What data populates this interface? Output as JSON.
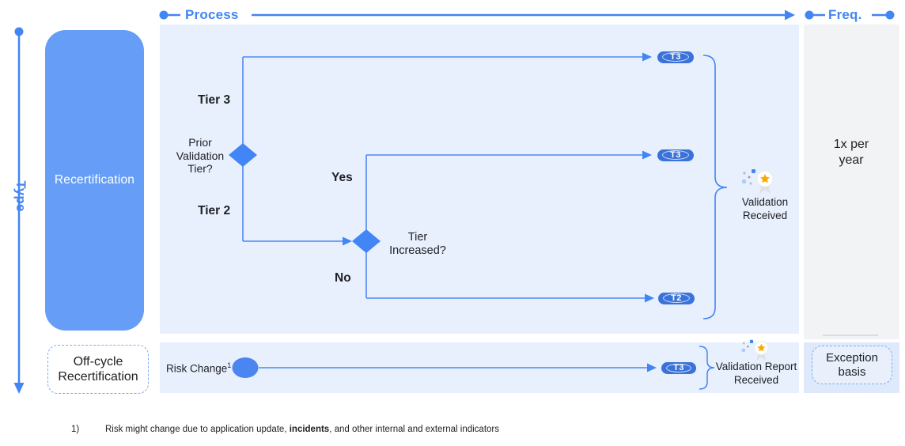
{
  "axes": {
    "process_label": "Process",
    "freq_label": "Freq.",
    "type_label": "Type"
  },
  "rows": {
    "recertification": {
      "label": "Recertification",
      "flow": {
        "decision1": "Prior Validation Tier?",
        "branch_tier3": "Tier 3",
        "branch_tier2": "Tier 2",
        "decision2": "Tier Increased?",
        "yes_label": "Yes",
        "no_label": "No",
        "pills": {
          "top": "T3",
          "middle": "T3",
          "bottom": "T2"
        },
        "outcome": "Validation Received",
        "outcome_icon": "award-medal-with-sparkles"
      },
      "frequency": "1x per year"
    },
    "offcycle": {
      "label": "Off-cycle Recertification",
      "flow": {
        "trigger": "Risk Change",
        "trigger_superscript": "1",
        "pill": "T3",
        "outcome": "Validation Report Received",
        "outcome_icon": "award-medal-with-sparkles"
      },
      "frequency": "Exception basis"
    }
  },
  "footnote": {
    "number": "1)",
    "text_before": "Risk might change due to application update, ",
    "bold_word": "incidents",
    "text_after": ", and other internal and external indicators"
  },
  "colors": {
    "accent_blue": "#4285f4",
    "pill_blue": "#3b72da",
    "row_box_blue": "#669df6",
    "flow_panel": "#e8f0fe",
    "freq_panel_gray": "#f1f3f4",
    "bottom_freq_cell": "#dee9fb",
    "star_orange": "#f9ab00"
  }
}
